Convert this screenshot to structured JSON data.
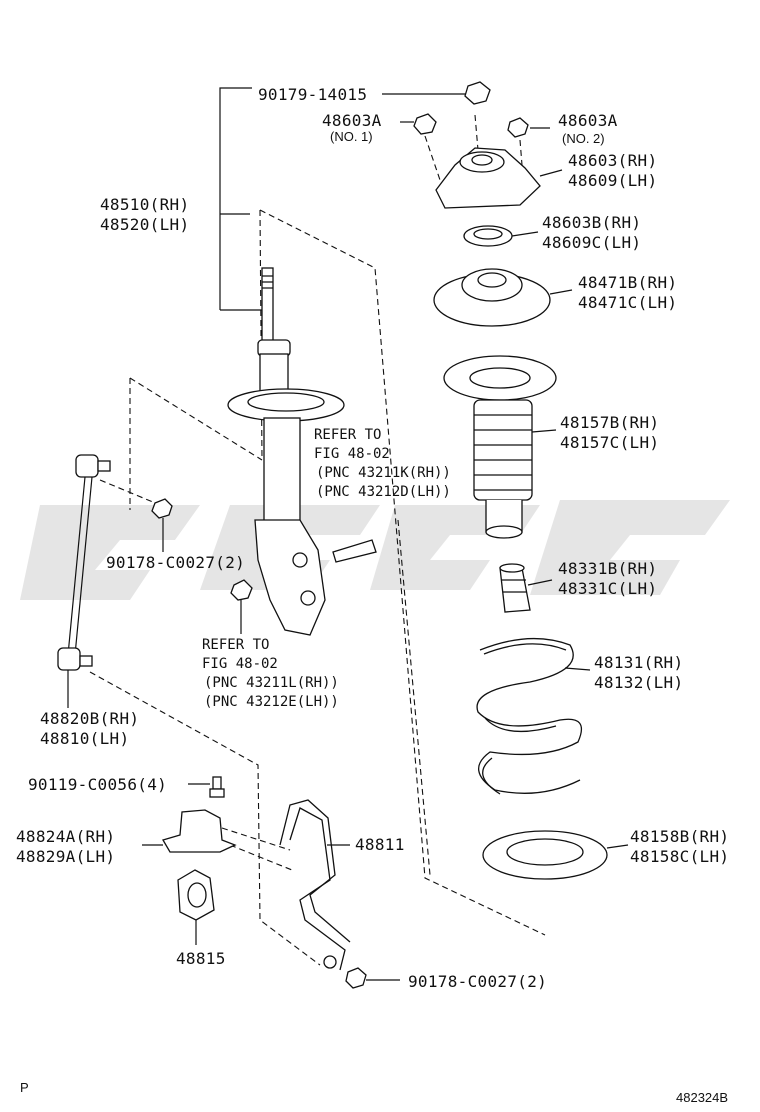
{
  "diagram_id": "482324B",
  "corner_mark": "P",
  "watermark_text": "",
  "labels": {
    "bolt_top": "90179-14015",
    "support_nut_no1": "48603A",
    "support_nut_no1_note": "(NO. 1)",
    "support_nut_no2": "48603A",
    "support_nut_no2_note": "(NO. 2)",
    "support_rh": "48603(RH)",
    "support_lh": "48609(LH)",
    "absorber_rh": "48510(RH)",
    "absorber_lh": "48520(LH)",
    "bearing_rh": "48603B(RH)",
    "bearing_lh": "48609C(LH)",
    "seat_rh": "48471B(RH)",
    "seat_lh": "48471C(LH)",
    "boot_rh": "48157B(RH)",
    "boot_lh": "48157C(LH)",
    "refer1_a": "REFER TO",
    "refer1_b": "FIG 48-02",
    "refer1_c": "(PNC 43211K(RH))",
    "refer1_d": "(PNC 43212D(LH))",
    "nut_link_upper": "90178-C0027(2)",
    "bumper_rh": "48331B(RH)",
    "bumper_lh": "48331C(LH)",
    "refer2_a": "REFER TO",
    "refer2_b": "FIG 48-02",
    "refer2_c": "(PNC 43211L(RH))",
    "refer2_d": "(PNC 43212E(LH))",
    "spring_rh": "48131(RH)",
    "spring_lh": "48132(LH)",
    "link_rh": "48820B(RH)",
    "link_lh": "48810(LH)",
    "bolt_bracket": "90119-C0056(4)",
    "bracket_rh": "48824A(RH)",
    "bracket_lh": "48829A(LH)",
    "stabilizer_bar": "48811",
    "lower_seat_rh": "48158B(RH)",
    "lower_seat_lh": "48158C(LH)",
    "bushing": "48815",
    "nut_link_lower": "90178-C0027(2)"
  }
}
